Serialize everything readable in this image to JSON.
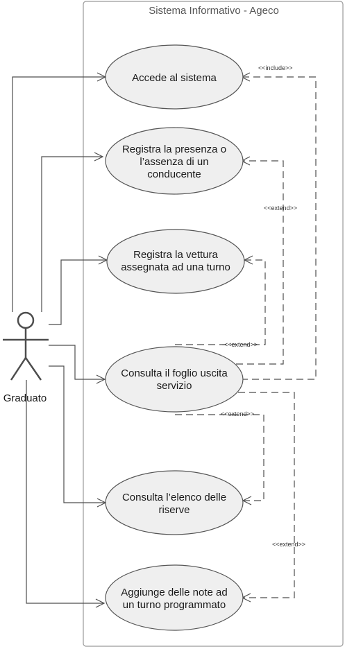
{
  "system": {
    "title": "Sistema Informativo - Ageco"
  },
  "actor": {
    "name": "Graduato"
  },
  "use_cases": [
    {
      "id": "accede",
      "lines": [
        "Accede al sistema"
      ]
    },
    {
      "id": "registra-presenza",
      "lines": [
        "Registra la presenza o",
        "l’assenza di un",
        "conducente"
      ]
    },
    {
      "id": "registra-vettura",
      "lines": [
        "Registra la vettura",
        "assegnata ad una turno"
      ]
    },
    {
      "id": "consulta-foglio",
      "lines": [
        "Consulta il foglio uscita",
        "servizio"
      ]
    },
    {
      "id": "consulta-elenco",
      "lines": [
        "Consulta l’elenco delle",
        "riserve"
      ]
    },
    {
      "id": "aggiunge-note",
      "lines": [
        "Aggiunge delle note ad",
        "un turno programmato"
      ]
    }
  ],
  "relations": {
    "include": "<<include>>",
    "extend_presenza": "<<extend>>",
    "extend_vettura": "-<<extend>>",
    "extend_elenco": "<<extend>>",
    "extend_note": "<<extend>>"
  }
}
